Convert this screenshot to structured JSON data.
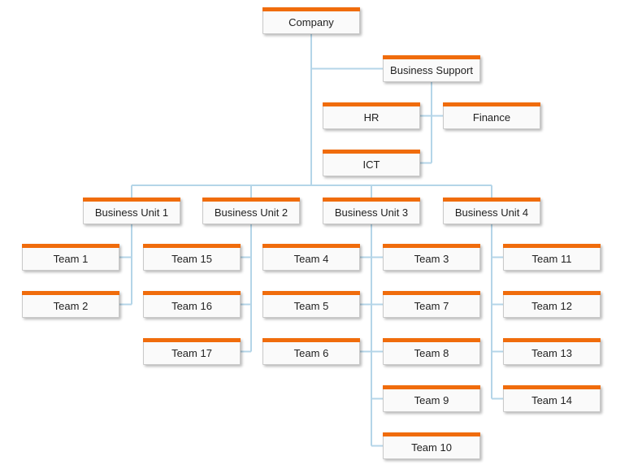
{
  "diagram": {
    "kind": "organizational-chart",
    "accent_color": "#f06c0c",
    "connector_color": "#b4d5e8",
    "node_background": "#fafafa",
    "node_border_color": "#c9c9c9"
  },
  "nodes": {
    "company": "Company",
    "business_support": "Business Support",
    "hr": "HR",
    "finance": "Finance",
    "ict": "ICT",
    "bu1": "Business Unit 1",
    "bu2": "Business Unit 2",
    "bu3": "Business Unit 3",
    "bu4": "Business Unit 4",
    "team1": "Team 1",
    "team2": "Team 2",
    "team3": "Team 3",
    "team4": "Team 4",
    "team5": "Team 5",
    "team6": "Team 6",
    "team7": "Team 7",
    "team8": "Team 8",
    "team9": "Team 9",
    "team10": "Team 10",
    "team11": "Team 11",
    "team12": "Team 12",
    "team13": "Team 13",
    "team14": "Team 14",
    "team15": "Team 15",
    "team16": "Team 16",
    "team17": "Team 17"
  },
  "hierarchy": {
    "Company": [
      "Business Support",
      "Business Unit 1",
      "Business Unit 2",
      "Business Unit 3",
      "Business Unit 4"
    ],
    "Business Support": [
      "HR",
      "Finance",
      "ICT"
    ],
    "Business Unit 1": [
      "Team 1",
      "Team 2"
    ],
    "Business Unit 2": [
      "Team 15",
      "Team 16",
      "Team 17"
    ],
    "Business Unit 3": [
      "Team 4",
      "Team 5",
      "Team 6",
      "Team 3",
      "Team 7",
      "Team 8",
      "Team 9",
      "Team 10"
    ],
    "Business Unit 4": [
      "Team 11",
      "Team 12",
      "Team 13",
      "Team 14"
    ]
  }
}
